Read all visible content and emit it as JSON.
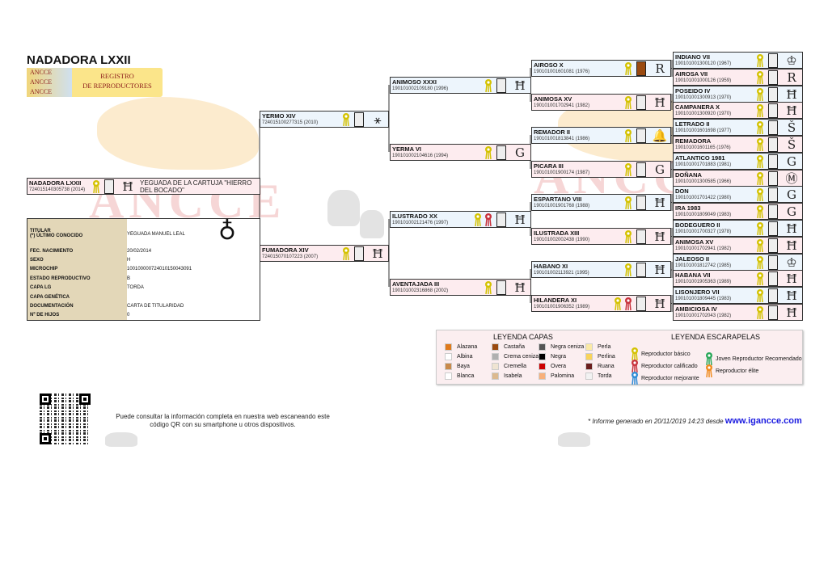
{
  "title": "NADADORA LXXII",
  "logo": {
    "brand": [
      "ANCCE",
      "ANCCE",
      "ANCCE"
    ],
    "line1": "REGISTRO",
    "line2": "DE REPRODUCTORES"
  },
  "watermark": "ANCCE",
  "subject": {
    "name": "NADADORA LXXII",
    "id": "724015140305738",
    "year": "(2014)",
    "sex": "F",
    "ribbons": [
      "basico"
    ],
    "capa": "#eeeeee",
    "brand": "Ħ",
    "breeder": "YEGUADA DE LA CARTUJA \"HIERRO DEL BOCADO\""
  },
  "pedigree": [
    [
      {
        "name": "YERMO XIV",
        "id": "724015100277315",
        "year": "(2010)",
        "sex": "M",
        "ribbons": [
          "basico"
        ],
        "capa": "#eeeeee",
        "brand": "⚹"
      },
      {
        "name": "FUMADORA XIV",
        "id": "724015070107223",
        "year": "(2007)",
        "sex": "F",
        "ribbons": [
          "basico"
        ],
        "capa": "#eeeeee",
        "brand": "Ħ"
      }
    ],
    [
      {
        "name": "ANIMOSO XXXI",
        "id": "190101002109180",
        "year": "(1996)",
        "sex": "M",
        "ribbons": [
          "basico"
        ],
        "capa": "#eeeeee",
        "brand": "Ħ"
      },
      {
        "name": "YERMA VI",
        "id": "190101002104616",
        "year": "(1994)",
        "sex": "F",
        "ribbons": [
          "basico"
        ],
        "capa": "#eeeeee",
        "brand": "G"
      },
      {
        "name": "ILUSTRADO XX",
        "id": "190101002121476",
        "year": "(1997)",
        "sex": "M",
        "ribbons": [
          "basico",
          "calificado"
        ],
        "capa": "#eeeeee",
        "brand": "Ħ"
      },
      {
        "name": "AVENTAJADA III",
        "id": "190101002316868",
        "year": "(2002)",
        "sex": "F",
        "ribbons": [
          "basico"
        ],
        "capa": "#eeeeee",
        "brand": "Ħ"
      }
    ],
    [
      {
        "name": "AIROSO X",
        "id": "190101001601081",
        "year": "(1976)",
        "sex": "M",
        "ribbons": [
          "basico"
        ],
        "capa": "#9a4a10",
        "brand": "R"
      },
      {
        "name": "ANIMOSA XV",
        "id": "190101001702941",
        "year": "(1982)",
        "sex": "F",
        "ribbons": [
          "basico"
        ],
        "capa": "#eeeeee",
        "brand": "Ħ"
      },
      {
        "name": "REMADOR II",
        "id": "190101001813841",
        "year": "(1986)",
        "sex": "M",
        "ribbons": [
          "basico"
        ],
        "capa": "#eeeeee",
        "brand": "🔔"
      },
      {
        "name": "PICARA III",
        "id": "190101001900174",
        "year": "(1987)",
        "sex": "F",
        "ribbons": [
          "basico"
        ],
        "capa": "#eeeeee",
        "brand": "G"
      },
      {
        "name": "ESPARTANO VIII",
        "id": "190101001901768",
        "year": "(1988)",
        "sex": "M",
        "ribbons": [
          "basico"
        ],
        "capa": "#eeeeee",
        "brand": "Ħ"
      },
      {
        "name": "ILUSTRADA XIII",
        "id": "190101002002438",
        "year": "(1990)",
        "sex": "F",
        "ribbons": [
          "basico"
        ],
        "capa": "#eeeeee",
        "brand": "Ħ"
      },
      {
        "name": "HABANO XI",
        "id": "190101002113921",
        "year": "(1995)",
        "sex": "M",
        "ribbons": [
          "basico"
        ],
        "capa": "#eeeeee",
        "brand": "Ħ"
      },
      {
        "name": "HILANDERA XI",
        "id": "190101001906352",
        "year": "(1989)",
        "sex": "F",
        "ribbons": [
          "basico",
          "calificado"
        ],
        "capa": "#eeeeee",
        "brand": "Ħ"
      }
    ],
    [
      {
        "name": "INDIANO VII",
        "id": "190101001300120",
        "year": "(1967)",
        "sex": "M",
        "ribbons": [
          "basico"
        ],
        "capa": "#eeeeee",
        "brand": "♔"
      },
      {
        "name": "AIROSA VII",
        "id": "190101001000126",
        "year": "(1959)",
        "sex": "F",
        "ribbons": [
          "basico"
        ],
        "capa": "#eeeeee",
        "brand": "R"
      },
      {
        "name": "POSEIDO IV",
        "id": "190101001300913",
        "year": "(1970)",
        "sex": "M",
        "ribbons": [
          "basico"
        ],
        "capa": "#eeeeee",
        "brand": "Ħ"
      },
      {
        "name": "CAMPANERA X",
        "id": "190101001300920",
        "year": "(1970)",
        "sex": "F",
        "ribbons": [
          "basico"
        ],
        "capa": "#eeeeee",
        "brand": "Ħ"
      },
      {
        "name": "LETRADO II",
        "id": "190101001601698",
        "year": "(1977)",
        "sex": "M",
        "ribbons": [
          "basico"
        ],
        "capa": "#eeeeee",
        "brand": "Š"
      },
      {
        "name": "REMADORA",
        "id": "190101001601165",
        "year": "(1976)",
        "sex": "F",
        "ribbons": [
          "basico"
        ],
        "capa": "#eeeeee",
        "brand": "Š"
      },
      {
        "name": "ATLANTICO 1981",
        "id": "190101001701883",
        "year": "(1981)",
        "sex": "M",
        "ribbons": [
          "basico"
        ],
        "capa": "#eeeeee",
        "brand": "G"
      },
      {
        "name": "DOÑANA",
        "id": "190101001300585",
        "year": "(1966)",
        "sex": "F",
        "ribbons": [
          "basico"
        ],
        "capa": "#eeeeee",
        "brand": "Ⓜ"
      },
      {
        "name": "DON",
        "id": "190101001701422",
        "year": "(1980)",
        "sex": "M",
        "ribbons": [
          "basico"
        ],
        "capa": "#eeeeee",
        "brand": "G"
      },
      {
        "name": "IRA 1983",
        "id": "190101001809049",
        "year": "(1983)",
        "sex": "F",
        "ribbons": [
          "basico"
        ],
        "capa": "#eeeeee",
        "brand": "G"
      },
      {
        "name": "BODEGUERO II",
        "id": "190101001700327",
        "year": "(1978)",
        "sex": "M",
        "ribbons": [
          "basico"
        ],
        "capa": "#eeeeee",
        "brand": "Ħ"
      },
      {
        "name": "ANIMOSA XV",
        "id": "190101001702941",
        "year": "(1982)",
        "sex": "F",
        "ribbons": [
          "basico"
        ],
        "capa": "#eeeeee",
        "brand": "Ħ"
      },
      {
        "name": "JALEOSO II",
        "id": "190101001812742",
        "year": "(1985)",
        "sex": "M",
        "ribbons": [
          "basico"
        ],
        "capa": "#eeeeee",
        "brand": "♔"
      },
      {
        "name": "HABANA VII",
        "id": "190101001905363",
        "year": "(1989)",
        "sex": "F",
        "ribbons": [
          "basico"
        ],
        "capa": "#eeeeee",
        "brand": "Ħ"
      },
      {
        "name": "LISONJERO VII",
        "id": "190101001809445",
        "year": "(1983)",
        "sex": "M",
        "ribbons": [
          "basico"
        ],
        "capa": "#eeeeee",
        "brand": "Ħ"
      },
      {
        "name": "AMBICIOSA IV",
        "id": "190101001702043",
        "year": "(1982)",
        "sex": "F",
        "ribbons": [
          "basico"
        ],
        "capa": "#eeeeee",
        "brand": "Ħ"
      }
    ]
  ],
  "info": {
    "brand_symbol": "♁",
    "rows": [
      {
        "label": "TITULAR",
        "label2": "(*) ÚLTIMO CONOCIDO",
        "value": "YEGUADA MANUEL LEAL"
      },
      {
        "label": "FEC. NACIMIENTO",
        "value": "20/02/2014"
      },
      {
        "label": "SEXO",
        "value": "H"
      },
      {
        "label": "MICROCHIP",
        "value": "1001000007240101500430​91"
      },
      {
        "label": "ESTADO REPRODUCTIVO",
        "value": "B"
      },
      {
        "label": "CAPA LG",
        "value": "TORDA"
      },
      {
        "label": "CAPA GENÉTICA",
        "value": ""
      },
      {
        "label": "DOCUMENTACIÓN",
        "value": "CARTA DE TITULARIDAD"
      },
      {
        "label": "Nº DE HIJOS",
        "value": "0"
      }
    ]
  },
  "legend": {
    "capas_title": "LEYENDA CAPAS",
    "capas": [
      {
        "label": "Alazana",
        "color": "#e07a1c"
      },
      {
        "label": "Albina",
        "color": "#ffffff"
      },
      {
        "label": "Baya",
        "color": "#c98a4b"
      },
      {
        "label": "Blanca",
        "color": "#ffffff"
      },
      {
        "label": "Castaña",
        "color": "#9a4a10"
      },
      {
        "label": "Crema ceniza",
        "color": "#b0b0b0"
      },
      {
        "label": "Cremella",
        "color": "#efe4d2"
      },
      {
        "label": "Isabela",
        "color": "#dcb98f"
      },
      {
        "label": "Negra ceniza",
        "color": "#555555"
      },
      {
        "label": "Negra",
        "color": "#000000"
      },
      {
        "label": "Overa",
        "color": "#cc0000"
      },
      {
        "label": "Palomina",
        "color": "#f8b07a"
      },
      {
        "label": "Perla",
        "color": "#fbe9a6"
      },
      {
        "label": "Perlina",
        "color": "#f8d35a"
      },
      {
        "label": "Ruana",
        "color": "#6b1e1e"
      },
      {
        "label": "Torda",
        "color": "#f2f2f2"
      }
    ],
    "escarapelas_title": "LEYENDA ESCARAPELAS",
    "escarapelas": [
      {
        "key": "basico",
        "label": "Reproductor básico",
        "color": "#d4c200"
      },
      {
        "key": "calificado",
        "label": "Reproductor calificado",
        "color": "#c8323c"
      },
      {
        "key": "mejorante",
        "label": "Reproductor mejorante",
        "color": "#2e8bd6"
      },
      {
        "key": "joven",
        "label": "Joven Reproductor Recomendado",
        "color": "#2aa85a"
      },
      {
        "key": "elite",
        "label": "Reproductor élite",
        "color": "#f08a1c"
      }
    ]
  },
  "footer": {
    "qr_text_1": "Puede consultar la información completa en nuestra web escaneando este",
    "qr_text_2": "código QR con su smartphone u otros dispositivos.",
    "generated": "* Informe generado en 20/11/2019 14:23 desde",
    "site": "www.igancce.com"
  }
}
